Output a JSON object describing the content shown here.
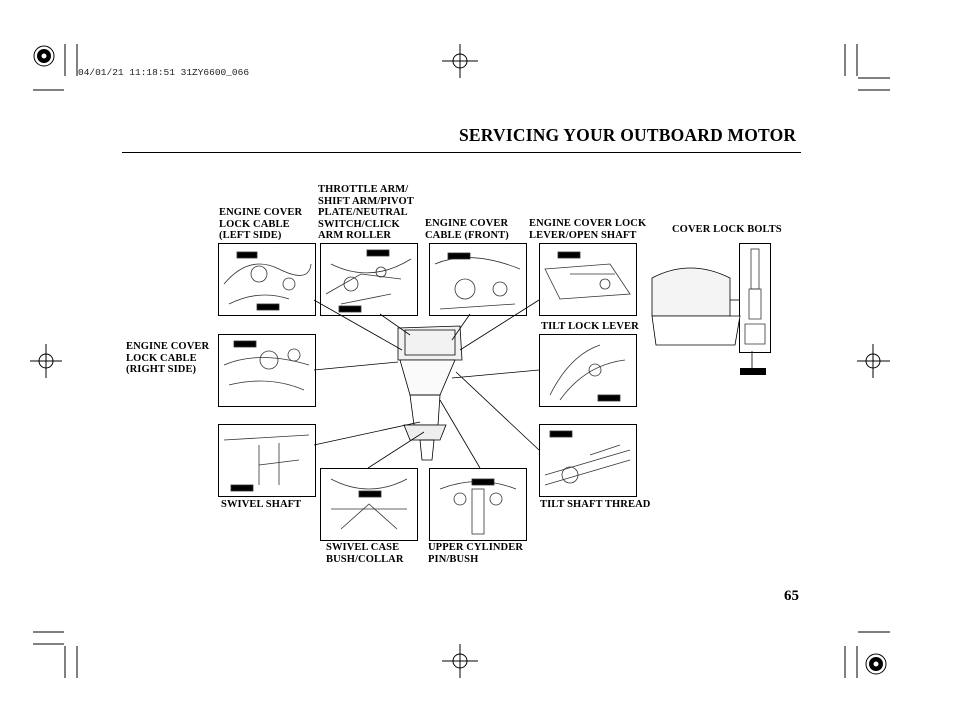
{
  "header": {
    "print_stamp": "04/01/21 11:18:51 31ZY6600_066",
    "section_title": "SERVICING YOUR OUTBOARD MOTOR"
  },
  "labels": {
    "cover_lock_cable_left": [
      "ENGINE COVER",
      "LOCK CABLE",
      "(LEFT SIDE)"
    ],
    "throttle_arm": [
      "THROTTLE ARM/",
      "SHIFT ARM/PIVOT",
      "PLATE/NEUTRAL",
      "SWITCH/CLICK",
      "ARM ROLLER"
    ],
    "cover_cable_front": [
      "ENGINE COVER",
      "CABLE (FRONT)"
    ],
    "cover_lock_lever": [
      "ENGINE COVER LOCK",
      "LEVER/OPEN SHAFT"
    ],
    "cover_lock_bolts": [
      "COVER LOCK BOLTS"
    ],
    "cover_lock_cable_right": [
      "ENGINE COVER",
      "LOCK CABLE",
      "(RIGHT SIDE)"
    ],
    "tilt_lock_lever": [
      "TILT LOCK LEVER"
    ],
    "swivel_shaft": [
      "SWIVEL SHAFT"
    ],
    "tilt_shaft_thread": [
      "TILT SHAFT THREAD"
    ],
    "swivel_case_bush": [
      "SWIVEL CASE",
      "BUSH/COLLAR"
    ],
    "upper_cylinder_pin": [
      "UPPER CYLINDER",
      "PIN/BUSH"
    ]
  },
  "footer": {
    "page_number": "65"
  },
  "icons": {
    "grease_tag": "grease-tag-icon",
    "registration_mark": "registration-mark-icon",
    "crosshair": "crosshair-icon"
  }
}
